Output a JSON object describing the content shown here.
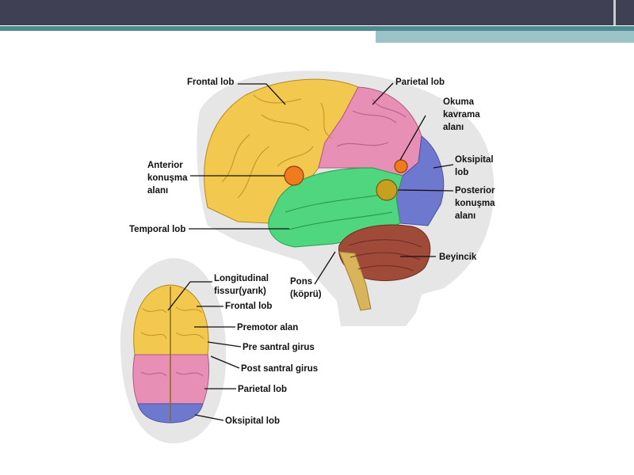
{
  "labels": {
    "frontal_lob": "Frontal lob",
    "parietal_lob": "Parietal lob",
    "okuma_1": "Okuma",
    "okuma_2": "kavrama",
    "okuma_3": "alanı",
    "anterior_1": "Anterior",
    "anterior_2": "konuşma",
    "anterior_3": "alanı",
    "oksipital_1": "Oksipital",
    "oksipital_2": "lob",
    "posterior_1": "Posterior",
    "posterior_2": "konuşma",
    "posterior_3": "alanı",
    "temporal_lob": "Temporal lob",
    "beyincik": "Beyincik",
    "pons_1": "Pons",
    "pons_2": "(köprü)",
    "top_longitudinal_1": "Longitudinal",
    "top_longitudinal_2": "fissur(yarık)",
    "top_frontal_lob": "Frontal lob",
    "top_premotor": "Premotor alan",
    "top_pre_santral": "Pre santral girus",
    "top_post_santral": "Post santral girus",
    "top_parietal_lob": "Parietal lob",
    "top_oksipital_lob": "Oksipital lob"
  },
  "colors": {
    "frontal": "#f2c84e",
    "parietal": "#e88fb6",
    "temporal": "#4fd67f",
    "occipital": "#6f78cf",
    "cerebellum": "#a04a3a",
    "marker_orange": "#f07a1e",
    "marker_olive": "#c8a020",
    "head": "#e6e6e6"
  }
}
